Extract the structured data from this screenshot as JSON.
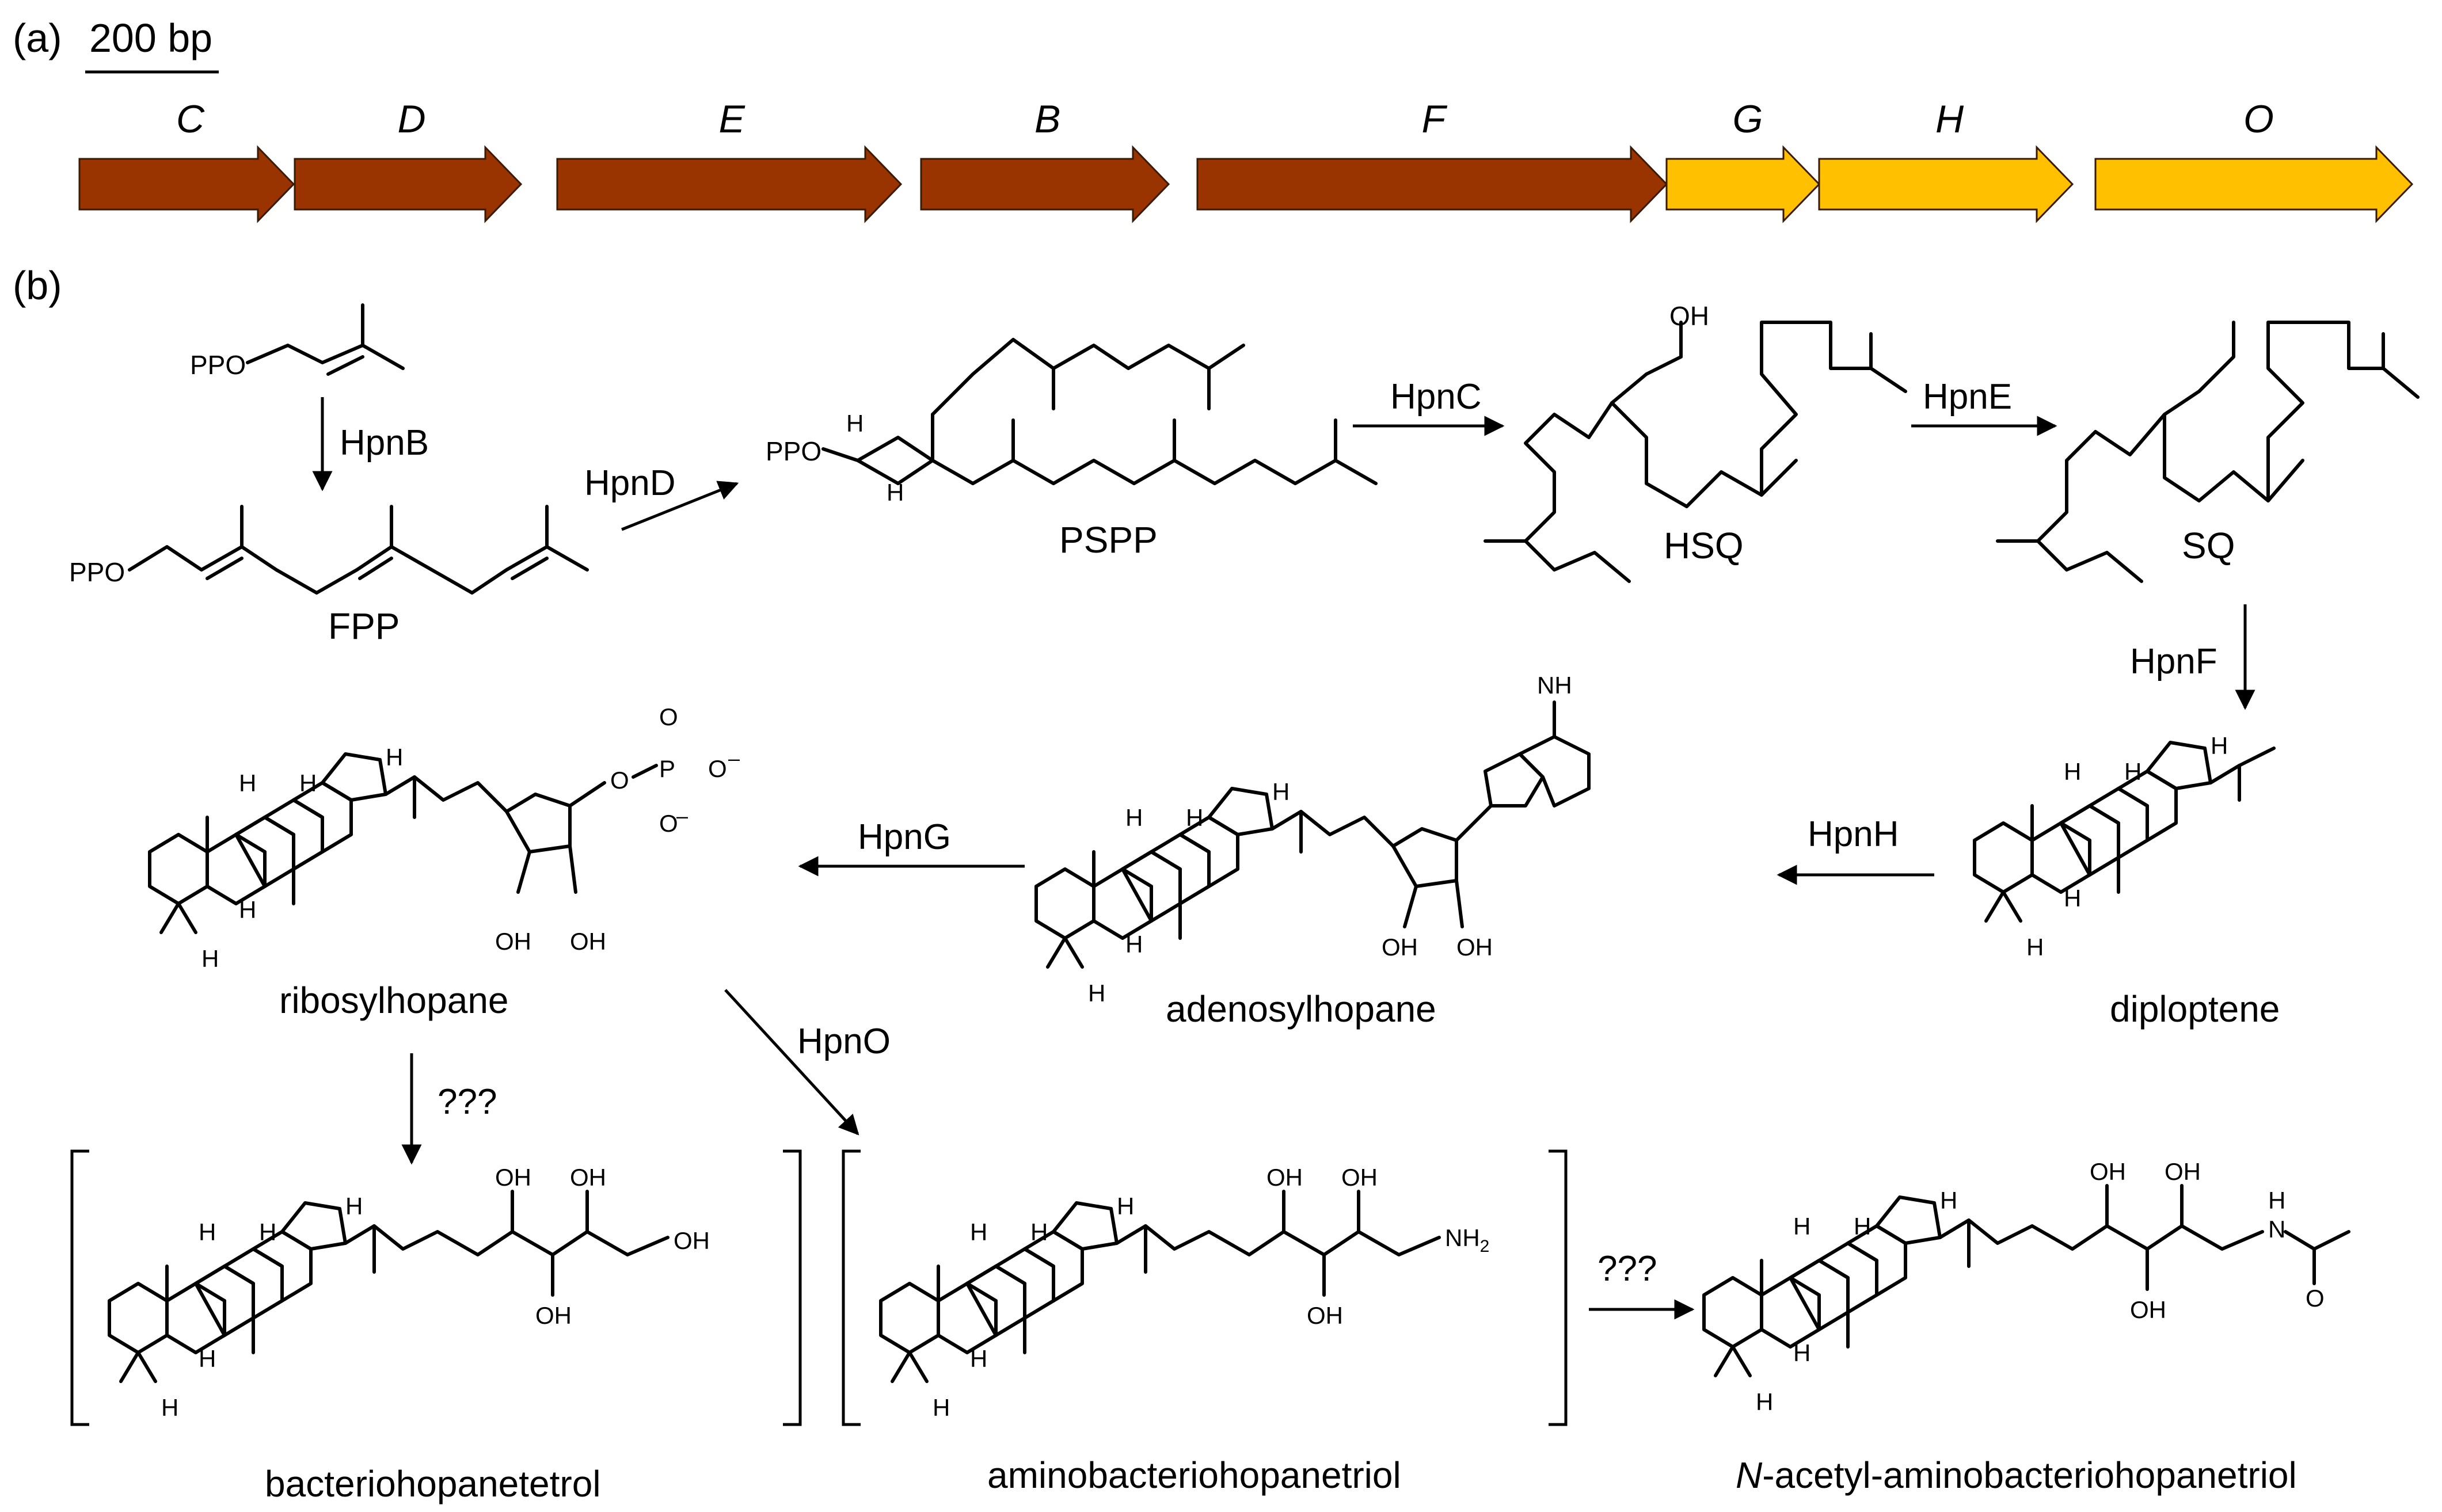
{
  "panel_a": {
    "label": "(a)",
    "scale_label": "200 bp",
    "genes": [
      {
        "name": "C",
        "color": "#993300"
      },
      {
        "name": "D",
        "color": "#993300"
      },
      {
        "name": "E",
        "color": "#993300"
      },
      {
        "name": "B",
        "color": "#993300"
      },
      {
        "name": "F",
        "color": "#993300"
      },
      {
        "name": "G",
        "color": "#FFC000"
      },
      {
        "name": "H",
        "color": "#FFC000"
      },
      {
        "name": "O",
        "color": "#FFC000"
      }
    ]
  },
  "panel_b": {
    "label": "(b)",
    "compounds": {
      "fpp": "FPP",
      "pspp": "PSPP",
      "hsq": "HSQ",
      "sq": "SQ",
      "diploptene": "diploptene",
      "adenosylhopane": "adenosylhopane",
      "ribosylhopane": "ribosylhopane",
      "bht": "bacteriohopanetetrol",
      "abht": "aminobacteriohopanetriol",
      "nac_abht_italic": "N",
      "nac_abht_rest": "-acetyl-aminobacteriohopanetriol"
    },
    "enzymes": {
      "hpnB": "HpnB",
      "hpnD": "HpnD",
      "hpnC": "HpnC",
      "hpnE": "HpnE",
      "hpnF": "HpnF",
      "hpnH": "HpnH",
      "hpnG": "HpnG",
      "hpnO": "HpnO",
      "unknown1": "???",
      "unknown2": "???"
    },
    "atoms": {
      "ppo": "PPO",
      "oh": "OH",
      "h": "H",
      "nh2": "NH",
      "sub2": "2",
      "n": "N",
      "o": "O",
      "p": "P",
      "minus": "–"
    }
  },
  "colors": {
    "brown": "#993300",
    "yellow": "#FFC000"
  }
}
